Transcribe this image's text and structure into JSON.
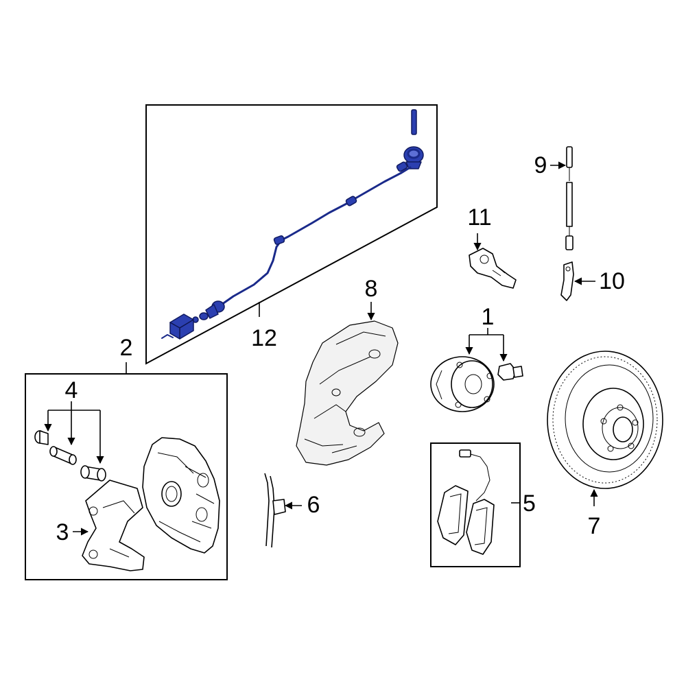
{
  "colors": {
    "background": "#ffffff",
    "line": "#000000",
    "highlight": "#2b3fb0",
    "highlight_dark": "#1a2a8a"
  },
  "callouts": {
    "c1": "1",
    "c2": "2",
    "c3": "3",
    "c4": "4",
    "c5": "5",
    "c6": "6",
    "c7": "7",
    "c8": "8",
    "c9": "9",
    "c10": "10",
    "c11": "11",
    "c12": "12"
  },
  "highlighted_part": "12"
}
